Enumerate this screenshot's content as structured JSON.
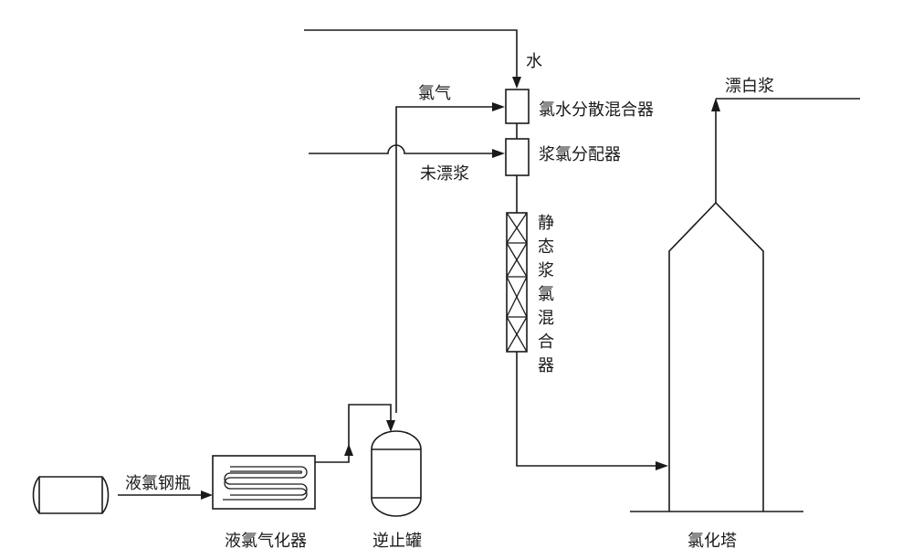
{
  "labels": {
    "water": "水",
    "chlorine_gas": "氯气",
    "chlorine_water_mixer": "氯水分散混合器",
    "pulp_chlorine_distributor": "浆氯分配器",
    "unbleached_pulp": "未漂浆",
    "static_mixer": [
      "静",
      "态",
      "浆",
      "氯",
      "混",
      "合",
      "器"
    ],
    "bleached_pulp": "漂白浆",
    "liquid_chlorine_cylinder": "液氯钢瓶",
    "liquid_chlorine_vaporizer": "液氯气化器",
    "check_tank": "逆止罐",
    "chlorination_tower": "氯化塔"
  }
}
